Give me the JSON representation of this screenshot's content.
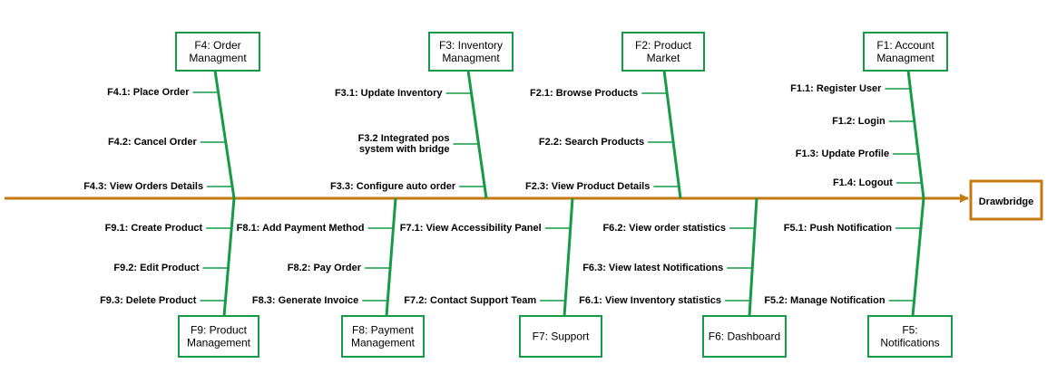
{
  "effect": {
    "label": "Drawbridge"
  },
  "colors": {
    "spine": "#c47a11",
    "branch": "#159b45",
    "box_border": "#159b45",
    "effect_border": "#c47a11"
  },
  "top_categories": [
    {
      "id": "f4",
      "label": "F4: Order\nManagment",
      "items": [
        "F4.1: Place Order",
        "F4.2: Cancel Order",
        "F4.3: View Orders Details"
      ]
    },
    {
      "id": "f3",
      "label": "F3: Inventory\nManagment",
      "items": [
        "F3.1: Update Inventory",
        "F3.2 Integrated pos\nsystem with bridge",
        "F3.3: Configure auto order"
      ]
    },
    {
      "id": "f2",
      "label": "F2: Product\nMarket",
      "items": [
        "F2.1: Browse Products",
        "F2.2: Search Products",
        "F2.3: View Product Details"
      ]
    },
    {
      "id": "f1",
      "label": "F1: Account\nManagment",
      "items": [
        "F1.1: Register User",
        "F1.2: Login",
        "F1.3: Update Profile",
        "F1.4: Logout"
      ]
    }
  ],
  "bottom_categories": [
    {
      "id": "f9",
      "label": "F9: Product\nManagement",
      "items": [
        "F9.1: Create Product",
        "F9.2: Edit Product",
        "F9.3: Delete Product"
      ]
    },
    {
      "id": "f8",
      "label": "F8: Payment\nManagement",
      "items": [
        "F8.1: Add Payment Method",
        "F8.2: Pay Order",
        "F8.3: Generate Invoice"
      ]
    },
    {
      "id": "f7",
      "label": "F7: Support",
      "items": [
        "F7.1: View Accessibility Panel",
        "F7.2: Contact Support Team"
      ]
    },
    {
      "id": "f6",
      "label": "F6: Dashboard",
      "items": [
        "F6.2: View order statistics",
        "F6.3: View latest Notifications",
        "F6.1: View Inventory statistics"
      ]
    },
    {
      "id": "f5",
      "label": "F5:\nNotifications",
      "items": [
        "F5.1: Push Notification",
        "F5.2: Manage Notification"
      ]
    }
  ]
}
